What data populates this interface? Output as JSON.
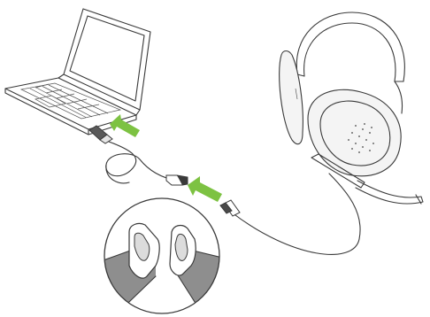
{
  "illustration": {
    "parts": [
      "laptop",
      "usb-c-cable",
      "headset",
      "connector-detail"
    ],
    "icons": [
      "laptop-icon",
      "headset-icon",
      "arrow-icon",
      "usb-c-plug-icon"
    ],
    "colors": {
      "arrow": "#7dc242",
      "line": "#3a3a3a",
      "cable_sleeve": "#8e8e8e",
      "background": "#ffffff"
    }
  }
}
